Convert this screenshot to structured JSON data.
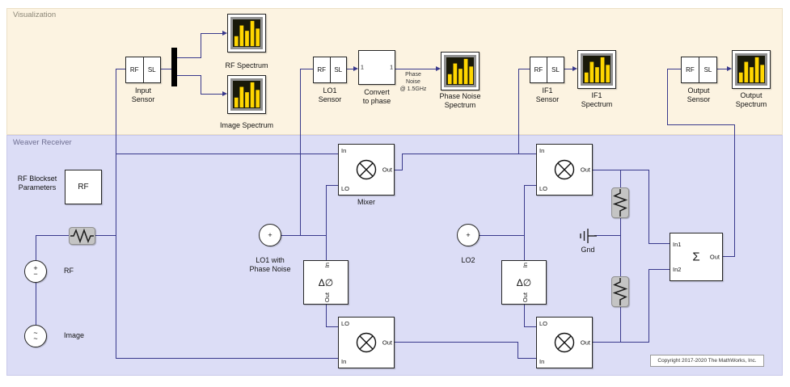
{
  "colors": {
    "visualization_bg": "#fcf3e1",
    "weaver_bg": "#dcddf6",
    "wire": "#39398c",
    "scope_bar": "#ffd600",
    "block_bg": "#ffffff"
  },
  "regions": {
    "visualization": "Visualization",
    "weaver": "Weaver Receiver"
  },
  "sensors": {
    "port_rf": "RF",
    "port_sl": "SL",
    "input_label": "Input\nSensor",
    "lo1_label": "LO1\nSensor",
    "if1_label": "IF1\nSensor",
    "output_label": "Output\nSensor"
  },
  "scopes": {
    "rf": "RF Spectrum",
    "image": "Image Spectrum",
    "phase_noise": "Phase Noise\nSpectrum",
    "if1": "IF1\nSpectrum",
    "output": "Output\nSpectrum"
  },
  "convert": {
    "port_in": "1",
    "port_out": "1",
    "label": "Convert\nto phase"
  },
  "annotations": {
    "phase_noise": "Phase\nNoise\n@ 1.5GHz",
    "rf_blockset": "RF Blockset\nParameters",
    "copyright": "Copyright 2017-2020 The MathWorks, Inc."
  },
  "mixers": {
    "port_in": "In",
    "port_lo": "LO",
    "port_out": "Out",
    "label": "Mixer"
  },
  "phase_shift": {
    "port_in": "In",
    "port_out": "Out",
    "symbol": "Δ∅"
  },
  "oscillators": {
    "lo1_label": "LO1 with\nPhase Noise",
    "lo2_label": "LO2",
    "glyph": "+"
  },
  "sources": {
    "rf": {
      "label": "RF",
      "top": "+",
      "bottom": "−"
    },
    "image": {
      "label": "Image",
      "top": "~",
      "bottom": "~"
    }
  },
  "rf_params": {
    "text": "RF"
  },
  "gnd": {
    "label": "Gnd"
  },
  "sum": {
    "port_in1": "In1",
    "port_in2": "In2",
    "port_out": "Out",
    "symbol": "Σ"
  }
}
